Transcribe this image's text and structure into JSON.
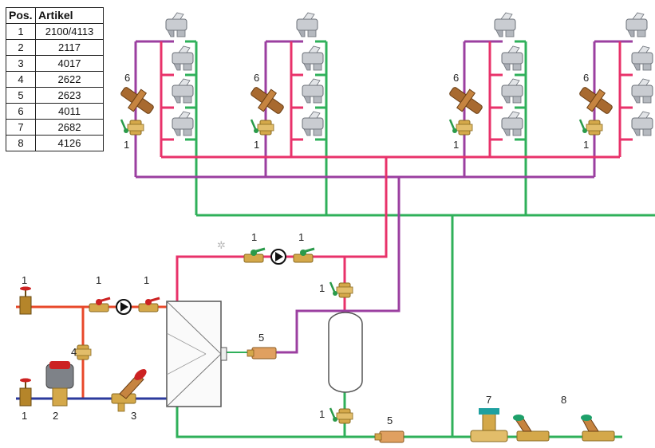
{
  "table": {
    "headers": [
      "Pos.",
      "Artikel"
    ],
    "rows": [
      {
        "pos": "1",
        "artikel": "2100/4113"
      },
      {
        "pos": "2",
        "artikel": "2117"
      },
      {
        "pos": "3",
        "artikel": "4017"
      },
      {
        "pos": "4",
        "artikel": "2622"
      },
      {
        "pos": "5",
        "artikel": "2623"
      },
      {
        "pos": "6",
        "artikel": "4011"
      },
      {
        "pos": "7",
        "artikel": "2682"
      },
      {
        "pos": "8",
        "artikel": "4126"
      }
    ]
  },
  "labels": {
    "pos1": "1",
    "pos2": "2",
    "pos3": "3",
    "pos4": "4",
    "pos5": "5",
    "pos6": "6",
    "pos7": "7",
    "pos8": "8"
  },
  "colors": {
    "hot_water": "#e8326a",
    "circulation": "#9b3fa0",
    "cold_water": "#2fb05a",
    "heating_flow": "#e8482a",
    "heating_return": "#2b3a9c",
    "fitting_brass": "#d4a84a",
    "valve_red": "#cc2222"
  }
}
